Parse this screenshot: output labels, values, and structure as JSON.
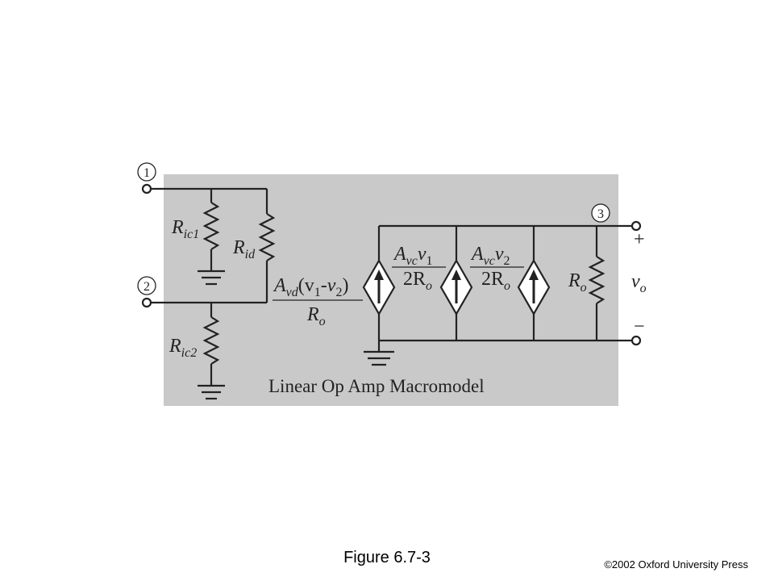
{
  "diagram": {
    "title": "Linear Op Amp Macromodel",
    "background_color": "#c9c9c9",
    "nodes": {
      "n1": "1",
      "n2": "2",
      "n3": "3"
    },
    "resistors": {
      "ric1": {
        "main": "R",
        "sub": "ic1"
      },
      "rid": {
        "main": "R",
        "sub": "id"
      },
      "ric2": {
        "main": "R",
        "sub": "ic2"
      },
      "ro": {
        "main": "R",
        "sub": "o"
      }
    },
    "sources": {
      "s1": {
        "num_main": "A",
        "num_sub": "vd",
        "num_rest": "(v",
        "num_s1": "1",
        "num_dash": "-v",
        "num_s2": "2",
        "num_close": ")",
        "den_main": "R",
        "den_sub": "o"
      },
      "s2": {
        "num_main": "A",
        "num_sub": "vc",
        "num_v": "v",
        "num_vsub": "1",
        "den_main": "2R",
        "den_sub": "o"
      },
      "s3": {
        "num_main": "A",
        "num_sub": "vc",
        "num_v": "v",
        "num_vsub": "2",
        "den_main": "2R",
        "den_sub": "o"
      }
    },
    "output": {
      "plus": "+",
      "minus": "−",
      "v_main": "v",
      "v_sub": "o"
    }
  },
  "caption": "Figure 6.7-3",
  "copyright": "©2002 Oxford University Press"
}
